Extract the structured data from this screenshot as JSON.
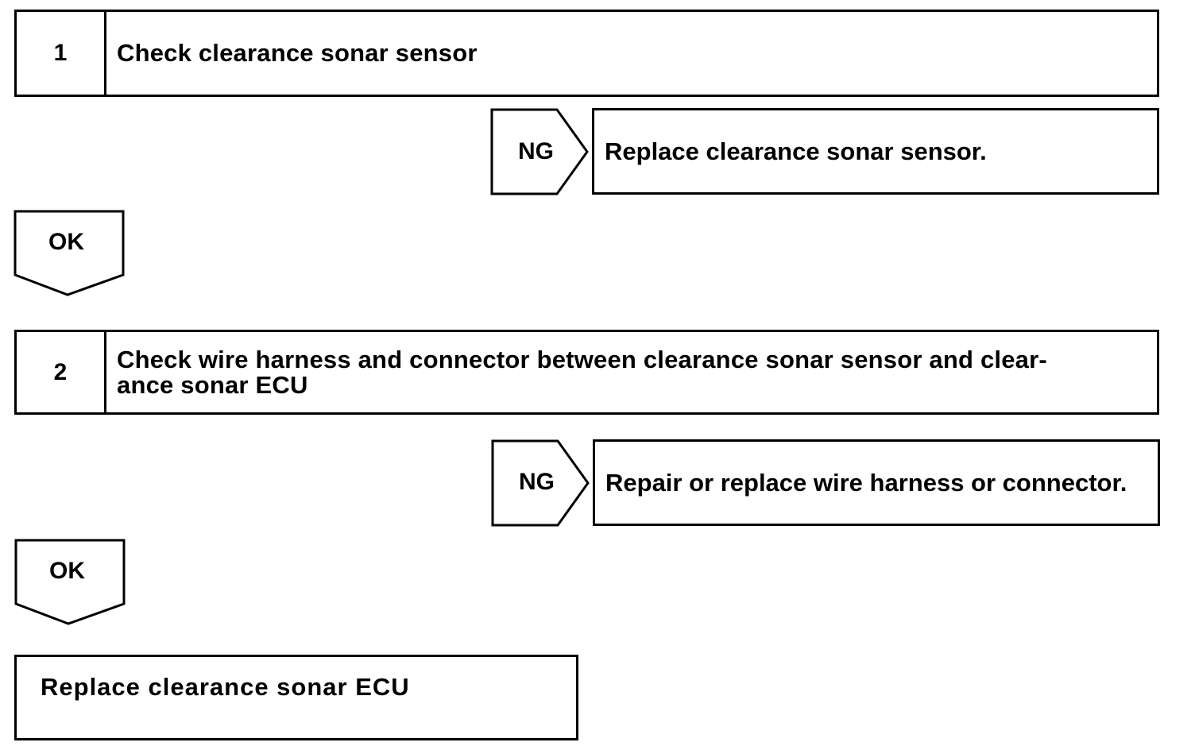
{
  "steps": [
    {
      "number": "1",
      "text": "Check clearance sonar sensor"
    },
    {
      "number": "2",
      "text": "Check wire harness and connector between clearance sonar sensor and clear-ance sonar ECU",
      "line1": "Check wire harness and connector between clearance sonar sensor and clear-",
      "line2": "ance sonar ECU"
    }
  ],
  "branches": [
    {
      "ng_label": "NG",
      "ng_action": "Replace clearance sonar sensor.",
      "ok_label": "OK"
    },
    {
      "ng_label": "NG",
      "ng_action": "Repair or replace wire harness or connector.",
      "ok_label": "OK"
    }
  ],
  "final_action": "Replace clearance sonar ECU"
}
